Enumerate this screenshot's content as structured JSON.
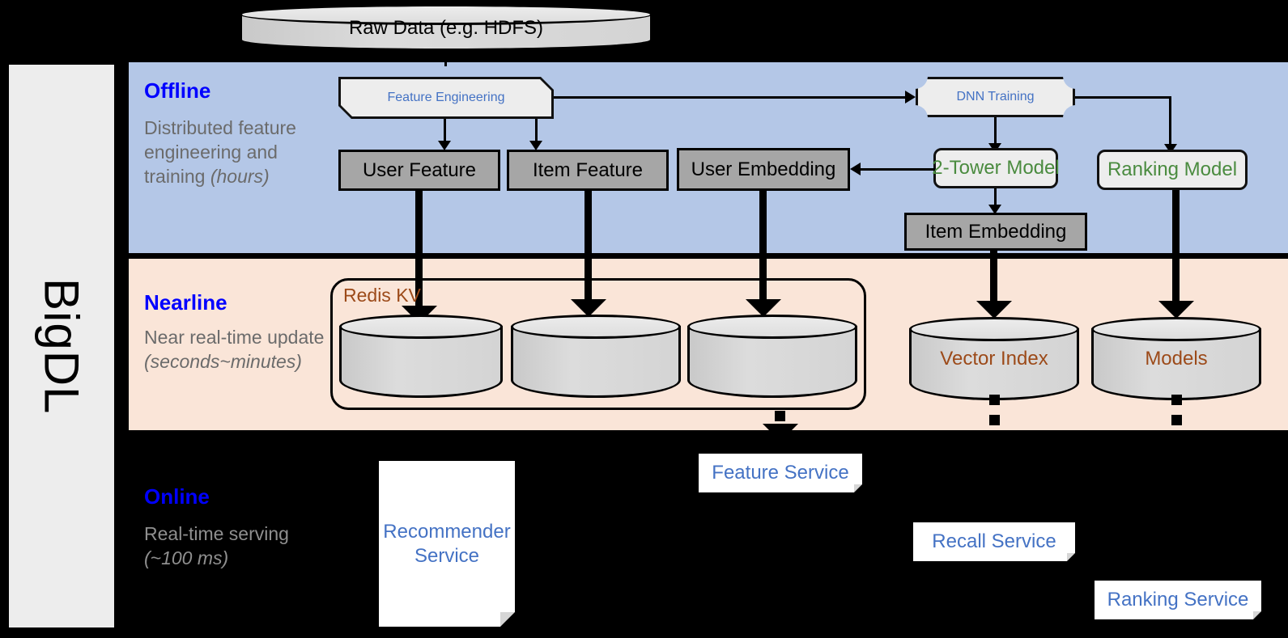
{
  "sidebar": {
    "label": "BigDL"
  },
  "bands": {
    "offline": {
      "title": "Offline",
      "subtitle": "Distributed feature engineering and training (hours)",
      "sub_plain": "Distributed feature engineering and training ",
      "sub_italic": "(hours)",
      "color": "#b4c7e7"
    },
    "nearline": {
      "title": "Nearline",
      "subtitle": "Near real-time update (seconds~minutes)",
      "sub_plain": "Near real-time update ",
      "sub_italic": "(seconds~minutes)",
      "color": "#fae5d8"
    },
    "online": {
      "title": "Online",
      "subtitle": "Real-time serving (~100 ms)",
      "sub_plain": "Real-time serving ",
      "sub_italic": "(~100 ms)",
      "color": "#000000"
    }
  },
  "nodes": {
    "raw_data": {
      "label": "Raw Data (e.g. HDFS)",
      "shape": "cylinder",
      "text_color": "#000000"
    },
    "feature_eng": {
      "label": "Feature Engineering",
      "shape": "cut-corner-box",
      "text_color": "#4472c4"
    },
    "dnn_training": {
      "label": "DNN Training",
      "shape": "notched-box",
      "text_color": "#4472c4"
    },
    "user_feature": {
      "label": "User Feature",
      "shape": "grey-box",
      "text_color": "#000000"
    },
    "item_feature": {
      "label": "Item Feature",
      "shape": "grey-box",
      "text_color": "#000000"
    },
    "user_embedding": {
      "label": "User Embedding",
      "shape": "grey-box",
      "text_color": "#000000"
    },
    "two_tower_model": {
      "label": "2-Tower Model",
      "shape": "rounded-box",
      "text_color": "#4a8b3f"
    },
    "ranking_model": {
      "label": "Ranking Model",
      "shape": "rounded-box",
      "text_color": "#4a8b3f"
    },
    "item_embedding": {
      "label": "Item Embedding",
      "shape": "grey-box",
      "text_color": "#000000"
    },
    "redis_kv": {
      "label": "Redis KV",
      "shape": "rounded-container",
      "text_color": "#9c4a19"
    },
    "kv_store_1": {
      "label": "",
      "shape": "cylinder"
    },
    "kv_store_2": {
      "label": "",
      "shape": "cylinder"
    },
    "kv_store_3": {
      "label": "",
      "shape": "cylinder"
    },
    "vector_index": {
      "label": "Vector Index",
      "shape": "cylinder",
      "text_color": "#9c4a19"
    },
    "models": {
      "label": "Models",
      "shape": "cylinder",
      "text_color": "#9c4a19"
    },
    "recommender_service": {
      "label": "Recommender Service",
      "shape": "document",
      "text_color": "#4472c4"
    },
    "feature_service": {
      "label": "Feature Service",
      "shape": "document",
      "text_color": "#4472c4"
    },
    "recall_service": {
      "label": "Recall Service",
      "shape": "document",
      "text_color": "#4472c4"
    },
    "ranking_service": {
      "label": "Ranking Service",
      "shape": "document",
      "text_color": "#4472c4"
    }
  },
  "palette": {
    "offline_bg": "#b4c7e7",
    "nearline_bg": "#fae5d8",
    "online_bg": "#000000",
    "grey_box": "#a6a6a6",
    "light_box": "#ededed",
    "blue_text": "#4472c4",
    "green_text": "#4a8b3f",
    "brown_text": "#9c4a19",
    "band_title": "#0000ff",
    "band_sub": "#6b6b6b"
  }
}
